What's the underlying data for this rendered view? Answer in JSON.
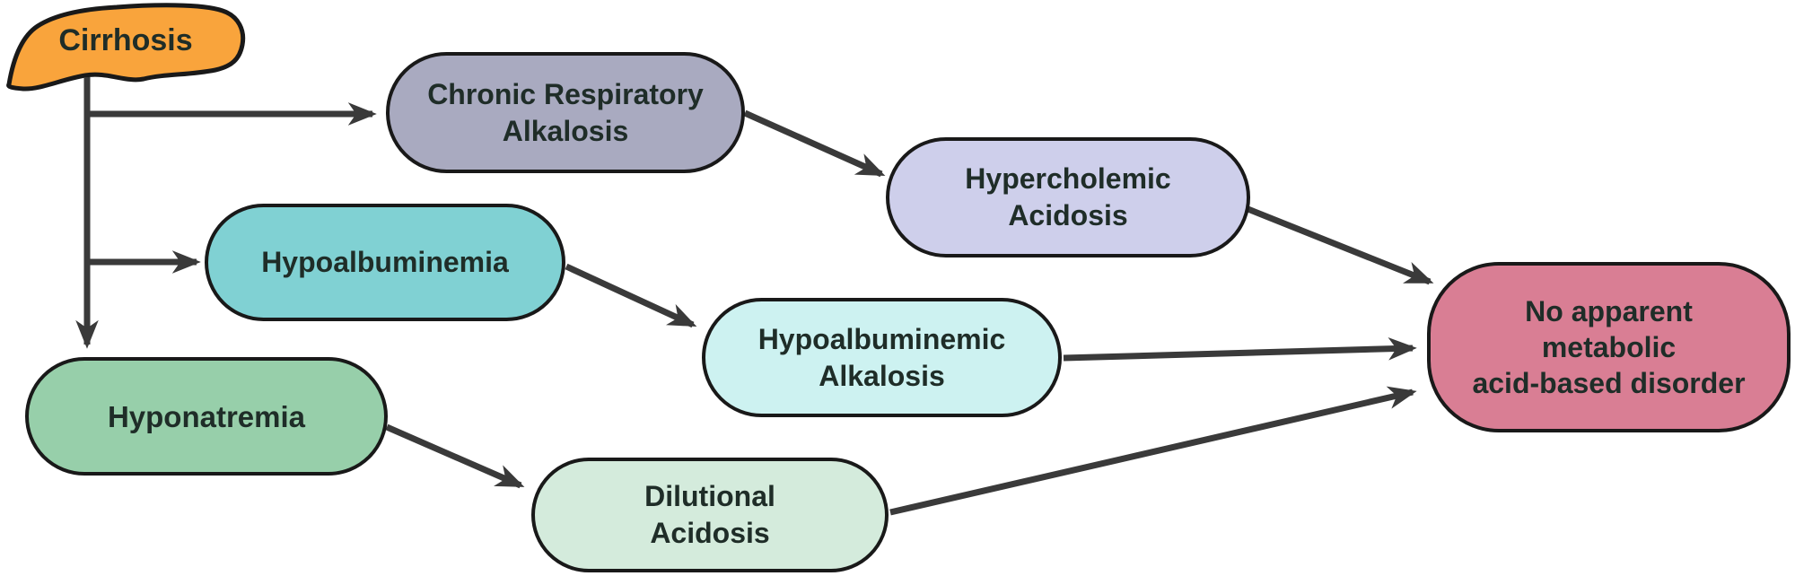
{
  "diagram": {
    "type": "flowchart",
    "background_color": "#ffffff",
    "arrow_color": "#3a3a3a",
    "border_color": "#191919",
    "text_color": "#1f2d28",
    "nodes": [
      {
        "id": "cirrhosis",
        "shape": "blob",
        "fill": "#F9A43C",
        "lines": [
          "Cirrhosis"
        ]
      },
      {
        "id": "chronic-respiratory-alkalosis",
        "shape": "pill",
        "fill": "#A9AAC0",
        "lines": [
          "Chronic Respiratory",
          "Alkalosis"
        ]
      },
      {
        "id": "hypercholemic-acidosis",
        "shape": "pill",
        "fill": "#CECFEB",
        "lines": [
          "Hypercholemic",
          "Acidosis"
        ]
      },
      {
        "id": "hypoalbuminemia",
        "shape": "pill",
        "fill": "#80D1D3",
        "lines": [
          "Hypoalbuminemia"
        ]
      },
      {
        "id": "hypoalbuminemic-alkalosis",
        "shape": "pill",
        "fill": "#CDF2F1",
        "lines": [
          "Hypoalbuminemic",
          "Alkalosis"
        ]
      },
      {
        "id": "hyponatremia",
        "shape": "pill",
        "fill": "#97CFAA",
        "lines": [
          "Hyponatremia"
        ]
      },
      {
        "id": "dilutional-acidosis",
        "shape": "pill",
        "fill": "#D4EBDC",
        "lines": [
          "Dilutional",
          "Acidosis"
        ]
      },
      {
        "id": "no-apparent-disorder",
        "shape": "pill",
        "fill": "#D97E94",
        "lines": [
          "No apparent",
          "metabolic",
          "acid-based disorder"
        ]
      }
    ],
    "edges": [
      {
        "from": "cirrhosis",
        "to": "hyponatremia"
      },
      {
        "from": "cirrhosis",
        "to": "chronic-respiratory-alkalosis"
      },
      {
        "from": "cirrhosis",
        "to": "hypoalbuminemia"
      },
      {
        "from": "chronic-respiratory-alkalosis",
        "to": "hypercholemic-acidosis"
      },
      {
        "from": "hypercholemic-acidosis",
        "to": "no-apparent-disorder"
      },
      {
        "from": "hypoalbuminemia",
        "to": "hypoalbuminemic-alkalosis"
      },
      {
        "from": "hypoalbuminemic-alkalosis",
        "to": "no-apparent-disorder"
      },
      {
        "from": "hyponatremia",
        "to": "dilutional-acidosis"
      },
      {
        "from": "dilutional-acidosis",
        "to": "no-apparent-disorder"
      }
    ]
  }
}
